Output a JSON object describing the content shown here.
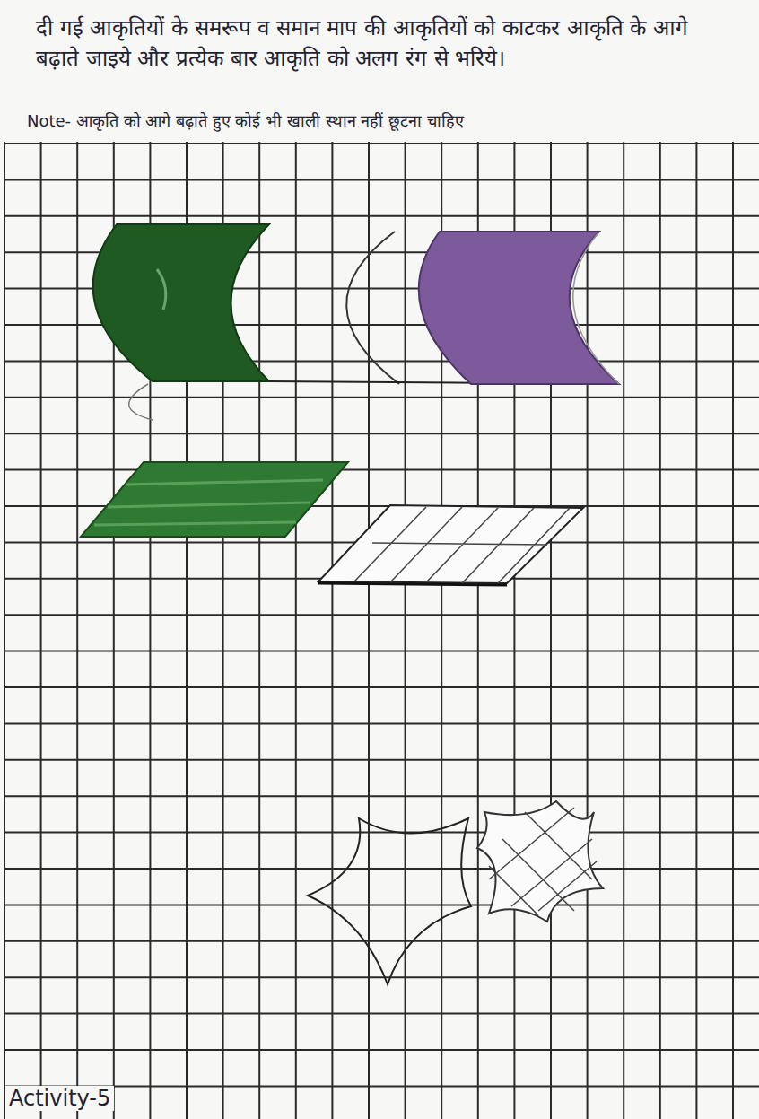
{
  "diagram": {
    "title": "दी गई आकृतियों के समरूप व समान माप की आकृतियों को काटकर आकृति के आगे बढ़ाते जाइये और प्रत्येक बार आकृति को अलग रंग से भरिये।",
    "labels": [
      "Note- आकृति को आगे बढ़ाते हुए कोई भी खाली स्थान नहीं छूटना चाहिए",
      "Activity-5"
    ]
  }
}
